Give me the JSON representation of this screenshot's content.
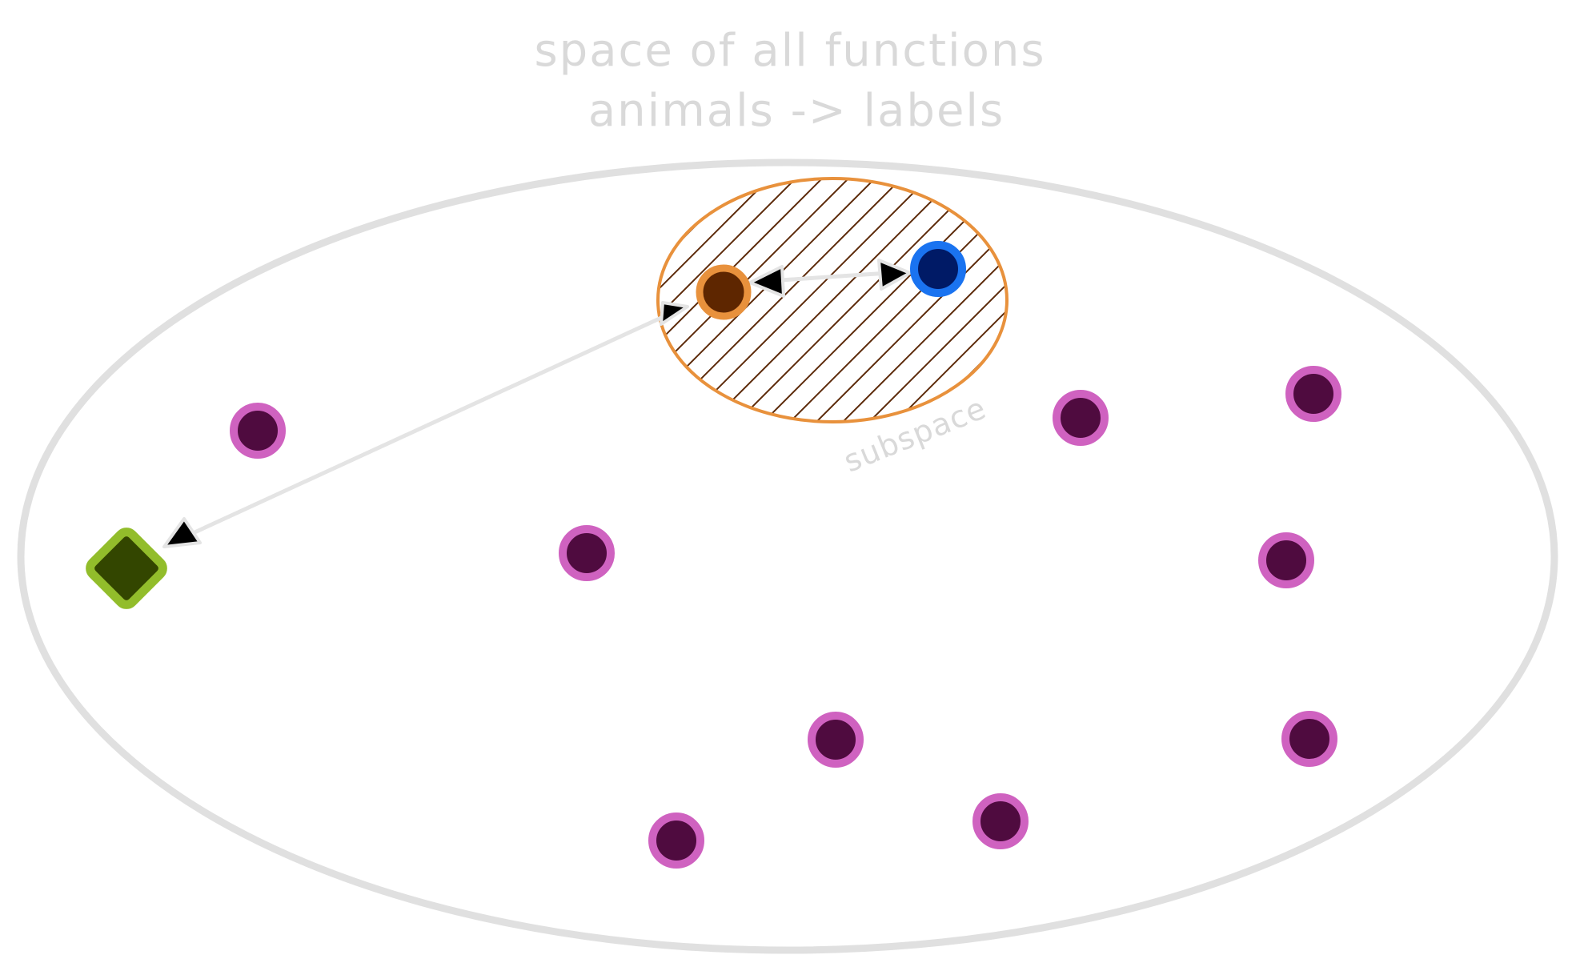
{
  "diagram": {
    "title_lines": [
      "space of all functions",
      "animals -> labels"
    ],
    "subspace_label": "subspace",
    "colors": {
      "outer_outline": "#e0e0e0",
      "text": "#d9d9d9",
      "subspace_outline": "#e8913c",
      "subspace_hatch": "#5c2a0a",
      "point_fill": "#4f0b3f",
      "point_ring": "#cf62c0",
      "target_fill": "#334600",
      "target_outline": "#92bd2b",
      "blue_fill": "#001a66",
      "blue_ring": "#1a73f0",
      "orange_fill": "#5e2600",
      "orange_ring": "#e8913c",
      "arrow_line": "#e4e4e4",
      "arrowhead": "#000000"
    },
    "icons": {
      "function_point": "circle",
      "target_function": "diamond",
      "best_in_subspace": "circle",
      "starting_point": "circle"
    }
  }
}
